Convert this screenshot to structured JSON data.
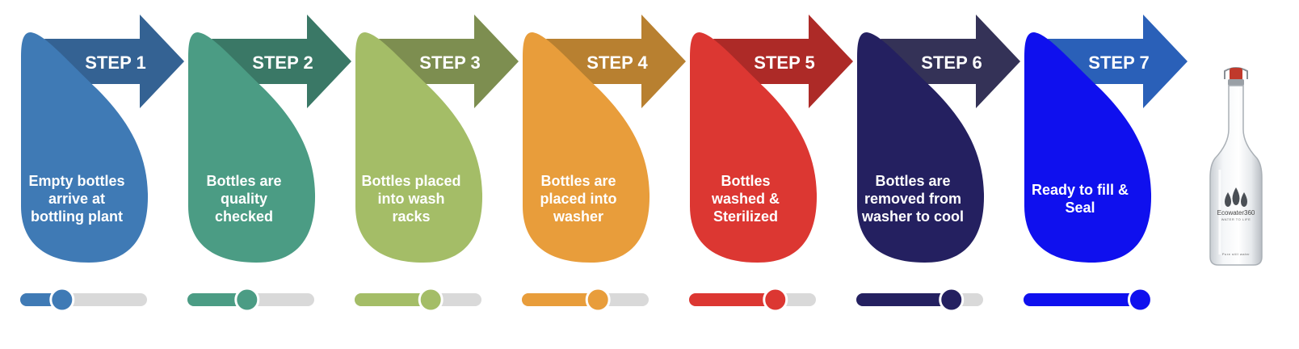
{
  "steps": [
    {
      "label": "STEP 1",
      "lines": [
        "Empty bottles",
        "arrive at",
        "bottling plant"
      ],
      "color": "#3f7ab5",
      "arrow": "#346293",
      "slider": 0.33
    },
    {
      "label": "STEP 2",
      "lines": [
        "Bottles are",
        "quality",
        "checked"
      ],
      "color": "#4b9c84",
      "arrow": "#3a7866",
      "slider": 0.47
    },
    {
      "label": "STEP 3",
      "lines": [
        "Bottles placed",
        "into wash",
        "racks"
      ],
      "color": "#a4bd67",
      "arrow": "#7d8e50",
      "slider": 0.6
    },
    {
      "label": "STEP 4",
      "lines": [
        "Bottles are",
        "placed into",
        "washer"
      ],
      "color": "#e89d3b",
      "arrow": "#b88030",
      "slider": 0.6
    },
    {
      "label": "STEP 5",
      "lines": [
        "Bottles",
        "washed &",
        "Sterilized"
      ],
      "color": "#dc3732",
      "arrow": "#ad2a27",
      "slider": 0.68
    },
    {
      "label": "STEP 6",
      "lines": [
        "Bottles are",
        "removed from",
        "washer to cool"
      ],
      "color": "#242060",
      "arrow": "#343257",
      "slider": 0.75
    },
    {
      "label": "STEP 7",
      "lines": [
        "Ready to fill &",
        "Seal"
      ],
      "color": "#0f10ee",
      "arrow": "#2a60b8",
      "slider": 0.92
    }
  ],
  "bottle": {
    "brand": "Ecowater360",
    "tagline": "WATER TO LIFE",
    "footer": "Pure still water",
    "icon": "water-drops-icon"
  },
  "colors": {
    "track": "#d9d9d9"
  }
}
